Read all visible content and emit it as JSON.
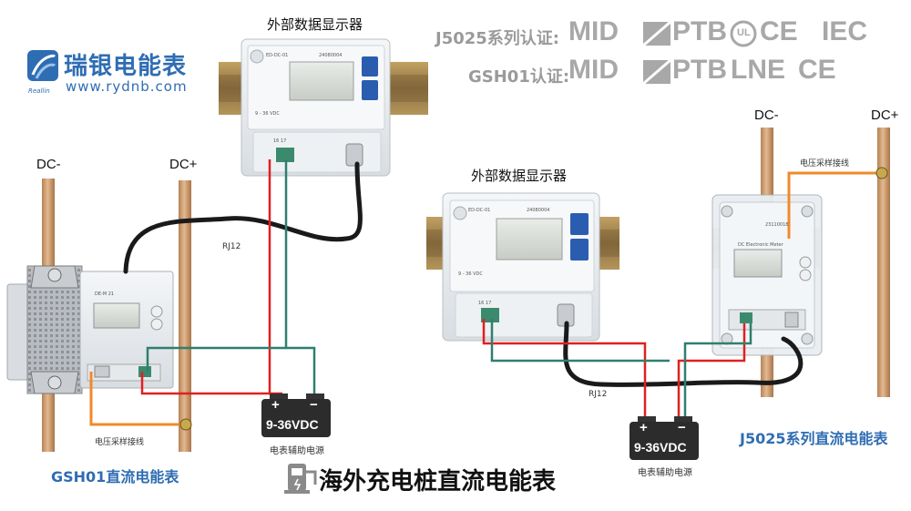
{
  "brand": {
    "name": "瑞银电能表",
    "url": "www.rydnb.com",
    "sub": "Reallin"
  },
  "certs": {
    "j5025_label": "J5025系列认证:",
    "j5025_marks": [
      "MID",
      "PTB",
      "UL",
      "CE",
      "IEC"
    ],
    "gsh01_label": "GSH01认证:",
    "gsh01_marks": [
      "MID",
      "PTB",
      "LNE",
      "CE"
    ]
  },
  "display_left": {
    "title": "外部数据显示器",
    "model": "ED-DC-01",
    "serial": "24080004",
    "spec": "9 - 36 VDC",
    "terminal": "16  17"
  },
  "display_right": {
    "title": "外部数据显示器",
    "model": "ED-DC-01",
    "serial": "24080004",
    "spec": "9 - 36 VDC",
    "terminal": "16  17"
  },
  "left_bars": {
    "dc_minus": "DC-",
    "dc_plus": "DC+"
  },
  "right_bars": {
    "dc_minus": "DC-",
    "dc_plus": "DC+"
  },
  "left_meter": {
    "title": "GSH01直流电能表",
    "voltage_sampling": "电压采样接线",
    "model_text": "DE-M 21"
  },
  "right_meter": {
    "title": "J5025系列直流电能表",
    "voltage_sampling": "电压采样接线",
    "model_text": "DC Electronic Meter",
    "serial": "23110018"
  },
  "cables": {
    "rj12_left": "RJ12",
    "rj12_right": "RJ12"
  },
  "psu_left": {
    "voltage": "9-36VDC",
    "plus": "+",
    "minus": "−",
    "caption": "电表辅助电源"
  },
  "psu_right": {
    "voltage": "9-36VDC",
    "plus": "+",
    "minus": "−",
    "caption": "电表辅助电源"
  },
  "footer": {
    "title": "海外充电桩直流电能表",
    "icon": "charging-station-icon"
  },
  "colors": {
    "brand_blue": "#2f6db3",
    "wire_red": "#e02020",
    "wire_teal": "#2f7f6e",
    "wire_orange": "#f08a2a",
    "copper": "#c79a6b",
    "cable_black": "#1a1a1a",
    "din_rail": "#a08450"
  }
}
